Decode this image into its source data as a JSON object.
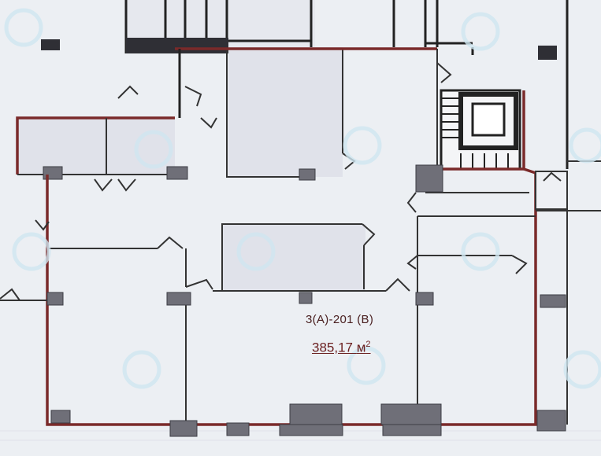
{
  "unit": {
    "code": "3(А)-201 (В)",
    "area_value": "385,17",
    "area_unit": "м",
    "area_power": "2"
  },
  "colors": {
    "background": "#eceff3",
    "unit_outline": "#7a2a2a",
    "walls": "#222222",
    "columns": "#6f6f78",
    "watermark": "#cfe6f0"
  },
  "icons": [
    "watermark-logo-icon",
    "stair-icon"
  ]
}
